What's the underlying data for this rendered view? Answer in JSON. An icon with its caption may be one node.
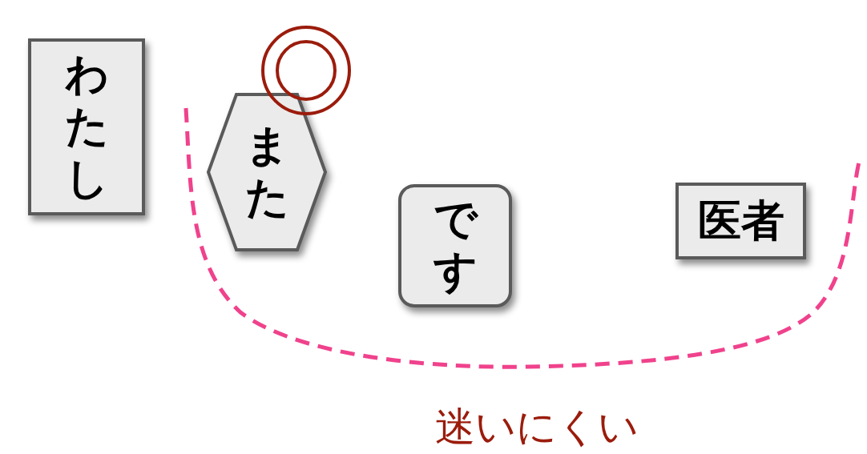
{
  "diagram": {
    "nodes": [
      {
        "text": [
          "わたし"
        ]
      },
      {
        "text": [
          "また"
        ]
      },
      {
        "text": [
          "です"
        ]
      },
      {
        "text": [
          "医者"
        ]
      }
    ],
    "labels": [
      "迷いにくい"
    ]
  }
}
